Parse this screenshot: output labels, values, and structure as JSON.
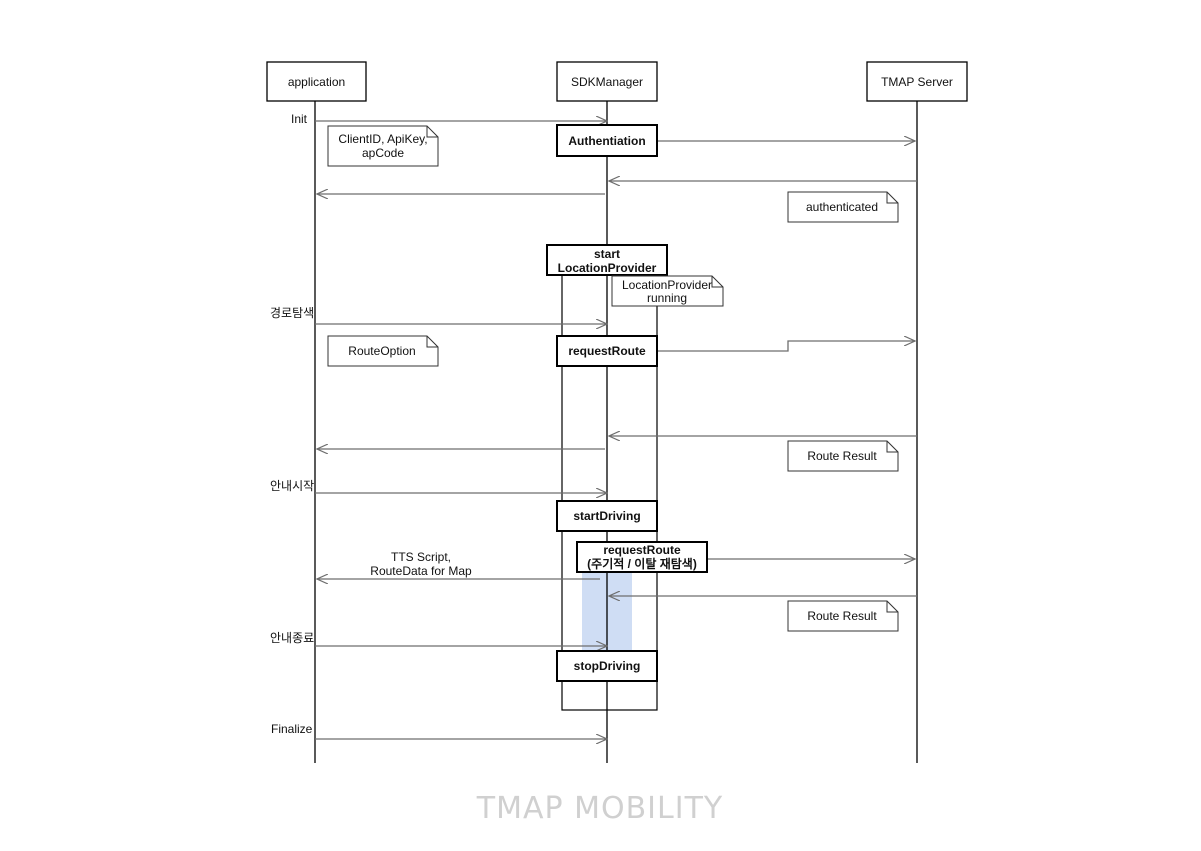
{
  "participants": {
    "application": "application",
    "sdk": "SDKManager",
    "server": "TMAP Server"
  },
  "messages": {
    "init": "Init",
    "route_search": "경로탐색",
    "guide_start": "안내시작",
    "guide_end": "안내종료",
    "finalize": "Finalize",
    "tts_line1": "TTS Script,",
    "tts_line2": "RouteData for Map"
  },
  "activations": {
    "authentication": "Authentiation",
    "start_location_line1": "start",
    "start_location_line2": "LocationProvider",
    "request_route": "requestRoute",
    "start_driving": "startDriving",
    "request_route_periodic_line1": "requestRoute",
    "request_route_periodic_line2": "(주기적 / 이탈 재탐색)",
    "stop_driving": "stopDriving"
  },
  "notes": {
    "credentials_line1": "ClientID, ApiKey,",
    "credentials_line2": "apCode",
    "authenticated": "authenticated",
    "location_running_line1": "LocationProvider",
    "location_running_line2": "running",
    "route_option": "RouteOption",
    "route_result_1": "Route Result",
    "route_result_2": "Route Result"
  },
  "logo": "TMAP MOBILITY",
  "colors": {
    "line": "#000000",
    "arrow": "#6e6e6e",
    "highlight": "#c7d7f2",
    "logo": "#d0d0d0"
  }
}
